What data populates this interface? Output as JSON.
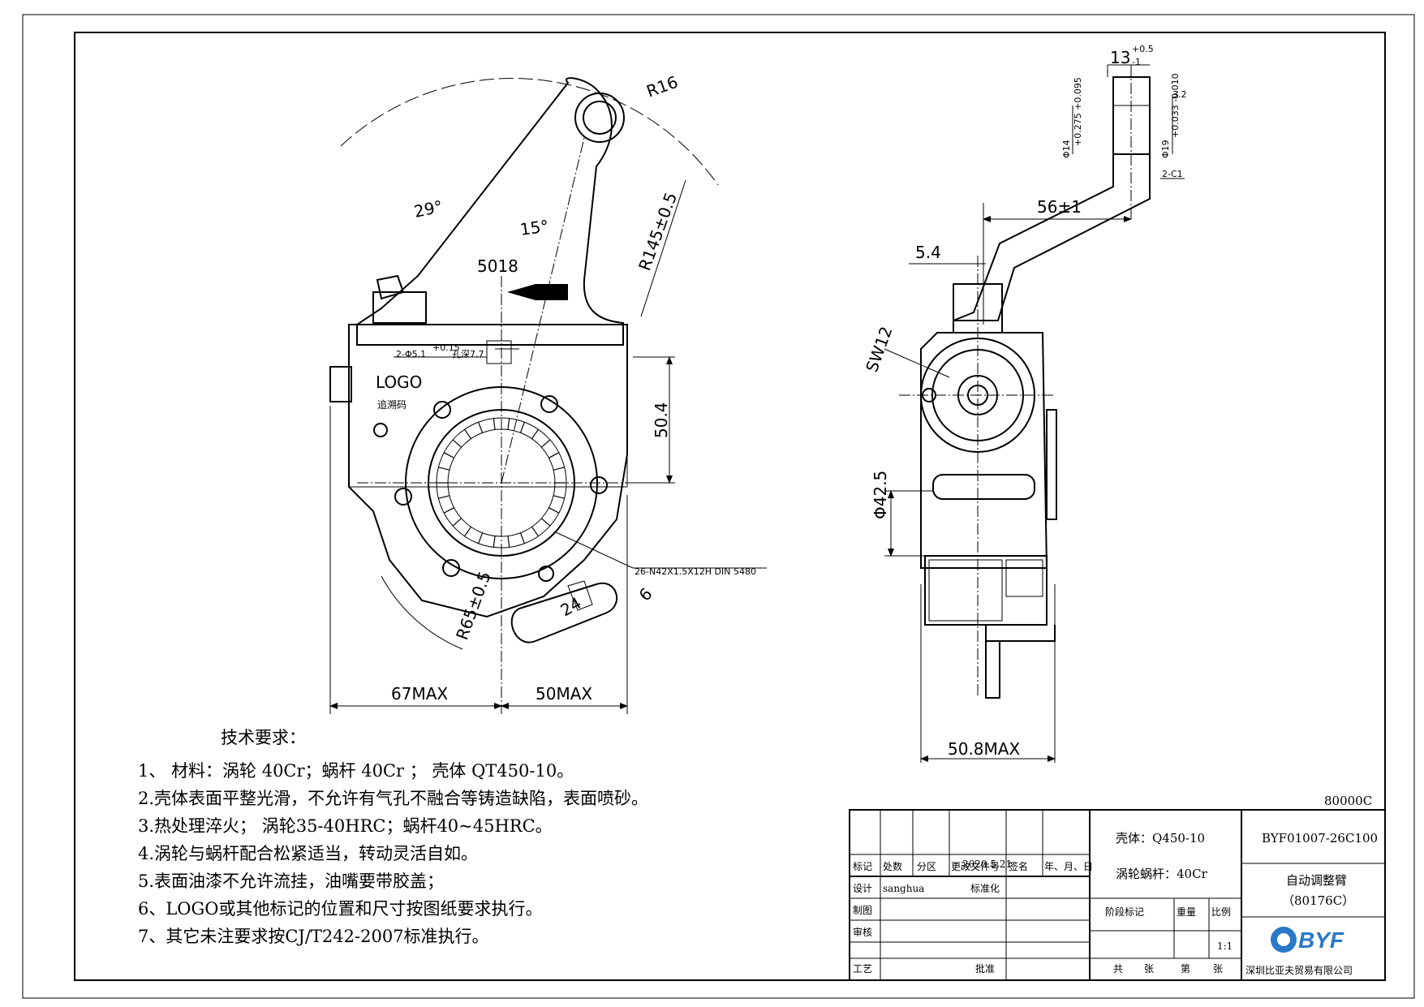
{
  "front_view": {
    "dim_r16": "R16",
    "dim_angle_29": "29°",
    "dim_angle_15": "15°",
    "dim_r145": "R145±0.5",
    "dim_5018": "5018",
    "dim_holes": "2-Φ5.1",
    "dim_holes_tol": "+0.15",
    "dim_holes_depth": "孔深7.7",
    "logo_text": "LOGO",
    "trace_code": "追溯码",
    "dim_50_4": "50.4",
    "spline_spec": "26-N42X1.5X12H DIN 5480",
    "dim_r65": "R65±0.5",
    "dim_24": "24",
    "dim_6": "6",
    "dim_67max": "67MAX",
    "dim_50max": "50MAX"
  },
  "side_view": {
    "dim_13": "13",
    "dim_13_tol_upper": "+0.5",
    "dim_13_tol_lower": "-1",
    "dim_3_2": "3.2",
    "dim_d14": "Φ14",
    "dim_d14_tol": "+0.275 +0.095",
    "dim_d19": "Φ19",
    "dim_d19_tol": "+0.033 -0.010",
    "dim_2c1": "2-C1",
    "dim_56": "56±1",
    "dim_5_4": "5.4",
    "dim_sw12": "SW12",
    "dim_d42_5": "Φ42.5",
    "dim_50_8max": "50.8MAX"
  },
  "tech_requirements": {
    "heading": "技术要求：",
    "items": [
      "1、 材料：涡轮 40Cr；蜗杆 40Cr ； 壳体 QT450-10。",
      "2.壳体表面平整光滑，不允许有气孔不融合等铸造缺陷，表面喷砂。",
      "3.热处理淬火；  涡轮35-40HRC；蜗杆40~45HRC。",
      "4.涡轮与蜗杆配合松紧适当，转动灵活自如。",
      "5.表面油漆不允许流挂，油嘴要带胶盖；",
      "6、LOGO或其他标记的位置和尺寸按图纸要求执行。",
      "7、其它未注要求按CJ/T242-2007标准执行。"
    ]
  },
  "title_block": {
    "top_code": "80000C",
    "date": "2020.5.21",
    "header_labels": [
      "标记",
      "处数",
      "分区",
      "更改文件号",
      "签名",
      "年、月、日"
    ],
    "row_labels": [
      "设计",
      "制图",
      "审核",
      "工艺"
    ],
    "designer": "sanghua",
    "standardize": "标准化",
    "approve": "批准",
    "material_housing": "壳体：Q450-10",
    "material_worm": "涡轮蜗杆：40Cr",
    "stage_mark": "阶段标记",
    "weight": "重量",
    "ratio": "比例",
    "scale": "1:1",
    "sheets_total": "共",
    "sheets_unit1": "张",
    "sheet_no": "第",
    "sheets_unit2": "张",
    "drawing_no": "BYF01007-26C100",
    "part_name": "自动调整臂",
    "part_code": "（80176C）",
    "brand": "BYF",
    "company": "深圳比亚夫贸易有限公司"
  }
}
